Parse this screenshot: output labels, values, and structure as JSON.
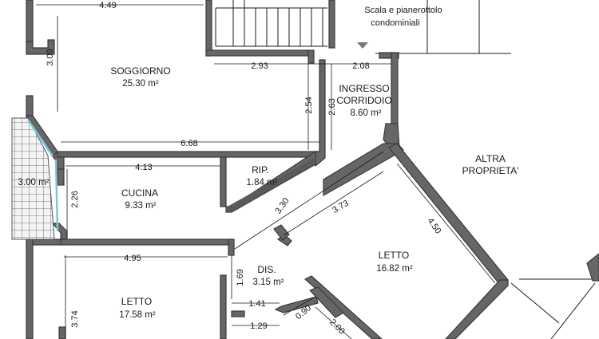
{
  "notes": {
    "stair_label_1": "Scala e pianerottolo",
    "stair_label_2": "condominiali"
  },
  "rooms": {
    "soggiorno": {
      "name": "SOGGIORNO",
      "area": "25.30 m²"
    },
    "ingresso": {
      "name_1": "INGRESSO",
      "name_2": "CORRIDOIO",
      "area": "8.60 m²"
    },
    "altra": {
      "name_1": "ALTRA",
      "name_2": "PROPRIETA'"
    },
    "balcone": {
      "area": "3.00 m²"
    },
    "rip": {
      "name": "RIP.",
      "area": "1.84 m²"
    },
    "cucina": {
      "name": "CUCINA",
      "area": "9.33 m²"
    },
    "letto_right": {
      "name": "LETTO",
      "area": "16.82 m²"
    },
    "dis": {
      "name": "DIS.",
      "area": "3.15 m²"
    },
    "letto_left": {
      "name": "LETTO",
      "area": "17.58 m²"
    }
  },
  "dimensions": {
    "d_449": "4.49",
    "d_309": "3.09",
    "d_293": "2.93",
    "d_208": "2.08",
    "d_254": "2.54",
    "d_263": "2.63",
    "d_668": "6.68",
    "d_413": "4.13",
    "d_226": "2.26",
    "d_330": "3.30",
    "d_373": "3.73",
    "d_450": "4.50",
    "d_495": "4.95",
    "d_169": "1.69",
    "d_141": "1.41",
    "d_129": "1.29",
    "d_090": "0.90",
    "d_200": "2.00",
    "d_374": "3.74"
  },
  "colors": {
    "wall_fill": "#666666",
    "window_glass": "#7fc7d9",
    "balcony_grid": "#555555"
  }
}
